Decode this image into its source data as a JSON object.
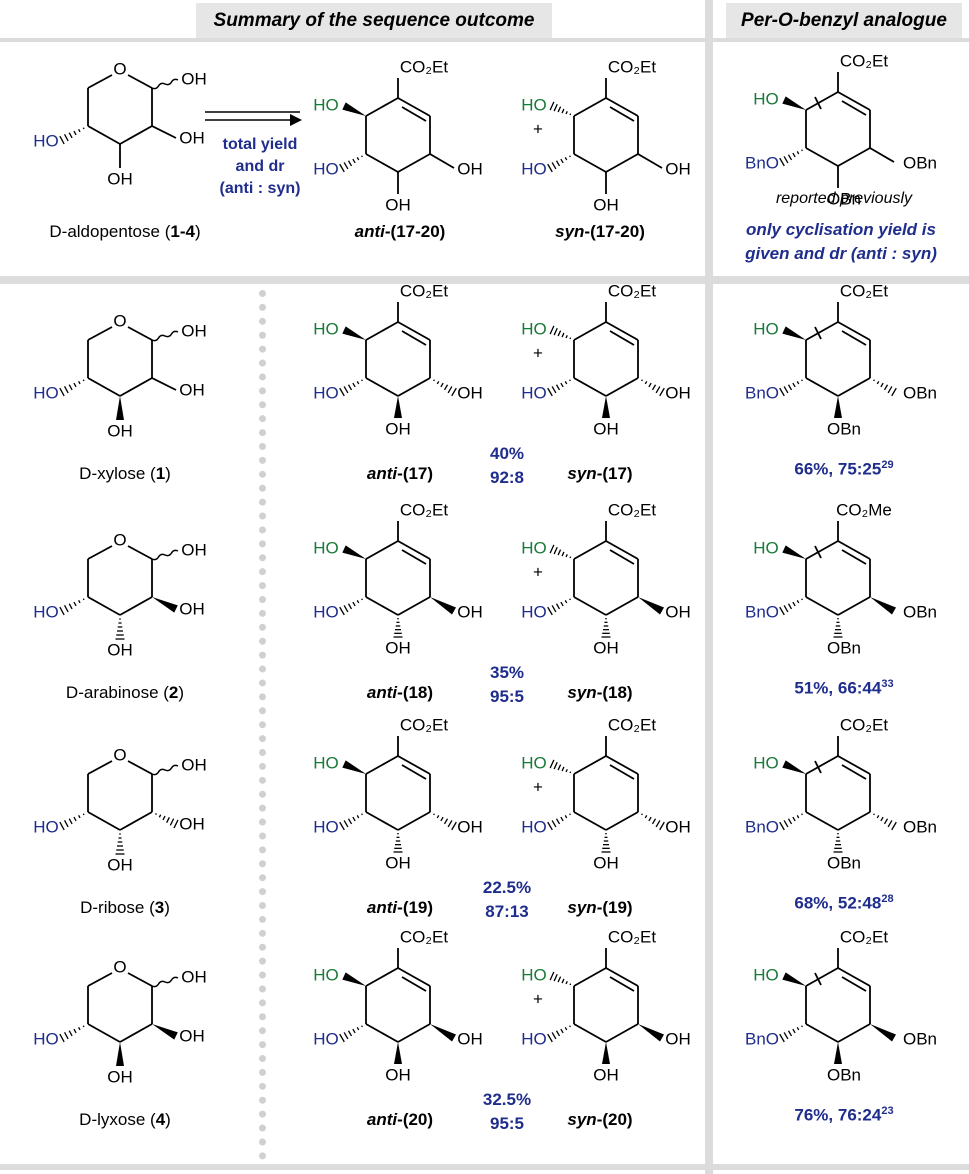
{
  "headers": {
    "summary": "Summary of the sequence outcome",
    "analogue_prefix": "Per-",
    "analogue_o": "O",
    "analogue_suffix": "-benzyl analogue"
  },
  "top": {
    "aldopentose_label": "D-aldopentose (",
    "aldopentose_range": "1-4",
    "close_paren": ")",
    "arrow_line1": "total yield",
    "arrow_line2": "and dr",
    "arrow_line3": "(anti : syn)",
    "anti_prefix": "anti",
    "syn_prefix": "syn",
    "range_suffix": "-(17-20)",
    "reported": "reported previously",
    "only_line1": "only cyclisation yield is",
    "only_line2": "given and dr (anti : syn)"
  },
  "labels": {
    "co2et": "CO₂Et",
    "co2me": "CO₂Me",
    "ho": "HO",
    "oh": "OH",
    "o": "O",
    "bno": "BnO",
    "obn": "OBn",
    "plus": "+"
  },
  "rows": [
    {
      "sugar": "D-xylose (",
      "num": "1",
      "anti": "anti",
      "anti_num": "-(17)",
      "syn": "syn",
      "syn_num": "-(17)",
      "yield": "40%",
      "dr": "92:8",
      "lit": "66%, 75:25",
      "lit_ref": "29",
      "ester": "CO₂Et"
    },
    {
      "sugar": "D-arabinose (",
      "num": "2",
      "anti": "anti",
      "anti_num": "-(18)",
      "syn": "syn",
      "syn_num": "-(18)",
      "yield": "35%",
      "dr": "95:5",
      "lit": "51%, 66:44",
      "lit_ref": "33",
      "ester": "CO₂Me"
    },
    {
      "sugar": "D-ribose (",
      "num": "3",
      "anti": "anti",
      "anti_num": "-(19)",
      "syn": "syn",
      "syn_num": "-(19)",
      "yield": "22.5%",
      "dr": "87:13",
      "lit": "68%, 52:48",
      "lit_ref": "28",
      "ester": "CO₂Et"
    },
    {
      "sugar": "D-lyxose (",
      "num": "4",
      "anti": "anti",
      "anti_num": "-(20)",
      "syn": "syn",
      "syn_num": "-(20)",
      "yield": "32.5%",
      "dr": "95:5",
      "lit": "76%, 76:24",
      "lit_ref": "23",
      "ester": "CO₂Et"
    }
  ],
  "colors": {
    "blue": "#1f2d8c",
    "green": "#1a7a3a",
    "grey": "#dcdcdc"
  }
}
